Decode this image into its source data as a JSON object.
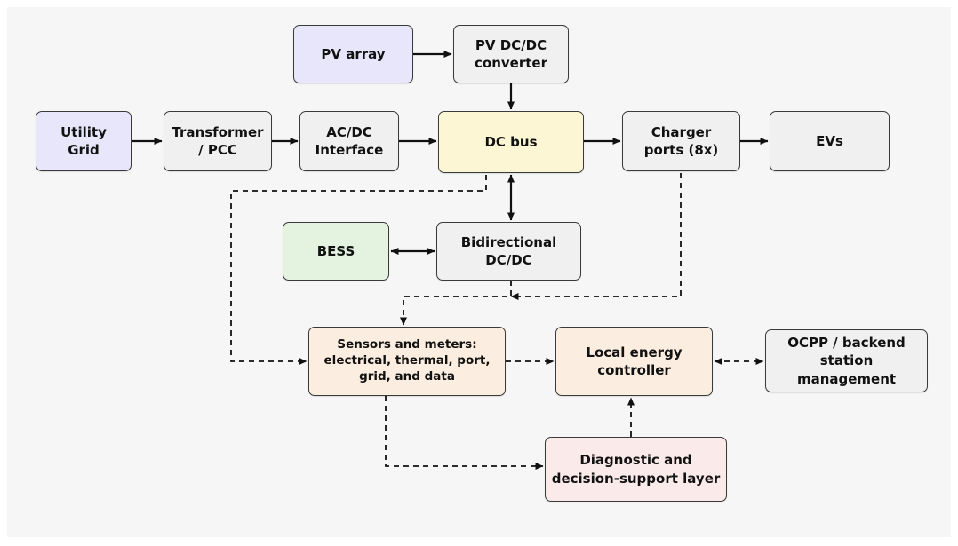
{
  "nodes": {
    "pv_array": {
      "label": "PV array",
      "color": "#e8e6fa"
    },
    "pv_dcdc": {
      "label": "PV DC/DC\nconverter",
      "color": "#f0f0f0"
    },
    "utility_grid": {
      "label": "Utility\nGrid",
      "color": "#e8e6fa"
    },
    "transformer_pcc": {
      "label": "Transformer\n/ PCC",
      "color": "#f0f0f0"
    },
    "acdc_interface": {
      "label": "AC/DC\nInterface",
      "color": "#f0f0f0"
    },
    "dc_bus": {
      "label": "DC bus",
      "color": "#fdf6d5"
    },
    "charger_ports": {
      "label": "Charger\nports (8x)",
      "color": "#f0f0f0"
    },
    "evs": {
      "label": "EVs",
      "color": "#f0f0f0"
    },
    "bess": {
      "label": "BESS",
      "color": "#e3f3e0"
    },
    "bidirectional_dcdc": {
      "label": "Bidirectional\nDC/DC",
      "color": "#f0f0f0"
    },
    "sensors_meters": {
      "label": "Sensors and meters:\nelectrical, thermal, port,\ngrid, and data",
      "color": "#fbeee0"
    },
    "local_controller": {
      "label": "Local energy\ncontroller",
      "color": "#fbeee0"
    },
    "ocpp_backend": {
      "label": "OCPP / backend\nstation management",
      "color": "#f0f0f0"
    },
    "diagnostic_layer": {
      "label": "Diagnostic and\ndecision-support layer",
      "color": "#fbeaea"
    }
  },
  "edges": [
    {
      "from": "pv_array",
      "to": "pv_dcdc",
      "style": "solid",
      "direction": "forward"
    },
    {
      "from": "pv_dcdc",
      "to": "dc_bus",
      "style": "solid",
      "direction": "forward"
    },
    {
      "from": "utility_grid",
      "to": "transformer_pcc",
      "style": "solid",
      "direction": "forward"
    },
    {
      "from": "transformer_pcc",
      "to": "acdc_interface",
      "style": "solid",
      "direction": "forward"
    },
    {
      "from": "acdc_interface",
      "to": "dc_bus",
      "style": "solid",
      "direction": "forward"
    },
    {
      "from": "dc_bus",
      "to": "charger_ports",
      "style": "solid",
      "direction": "forward"
    },
    {
      "from": "charger_ports",
      "to": "evs",
      "style": "solid",
      "direction": "forward"
    },
    {
      "from": "dc_bus",
      "to": "bidirectional_dcdc",
      "style": "solid",
      "direction": "both"
    },
    {
      "from": "bess",
      "to": "bidirectional_dcdc",
      "style": "solid",
      "direction": "both"
    },
    {
      "from": "dc_bus",
      "to": "sensors_meters",
      "style": "dashed",
      "direction": "forward"
    },
    {
      "from": "charger_ports",
      "to": "sensors_meters",
      "style": "dashed",
      "direction": "forward"
    },
    {
      "from": "bidirectional_dcdc",
      "to": "sensors_meters",
      "style": "dashed",
      "direction": "forward"
    },
    {
      "from": "sensors_meters",
      "to": "local_controller",
      "style": "dashed",
      "direction": "forward"
    },
    {
      "from": "local_controller",
      "to": "ocpp_backend",
      "style": "dashed",
      "direction": "both"
    },
    {
      "from": "sensors_meters",
      "to": "diagnostic_layer",
      "style": "dashed",
      "direction": "forward"
    },
    {
      "from": "diagnostic_layer",
      "to": "local_controller",
      "style": "dashed",
      "direction": "forward"
    }
  ]
}
